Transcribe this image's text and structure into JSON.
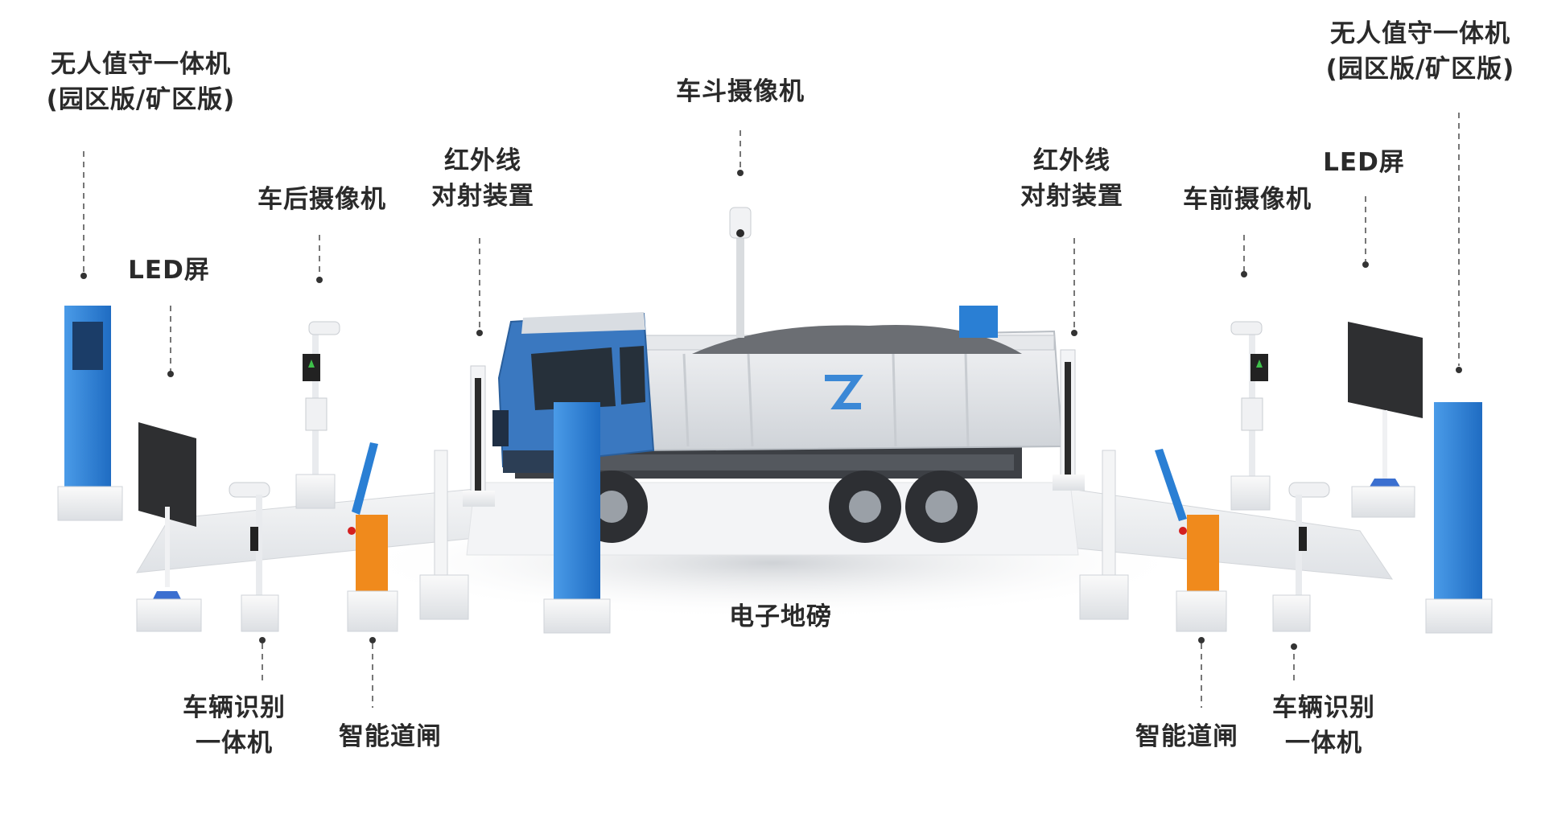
{
  "labels": {
    "kiosk_left": [
      "无人值守一体机",
      "(园区版/矿区版)"
    ],
    "kiosk_right": [
      "无人值守一体机",
      "(园区版/矿区版)"
    ],
    "bucket_camera": "车斗摄像机",
    "ir_left": [
      "红外线",
      "对射装置"
    ],
    "ir_right": [
      "红外线",
      "对射装置"
    ],
    "rear_camera": "车后摄像机",
    "front_camera": "车前摄像机",
    "led_left": "LED屏",
    "led_right": "LED屏",
    "lpr_left": [
      "车辆识别",
      "一体机"
    ],
    "lpr_right": [
      "车辆识别",
      "一体机"
    ],
    "barrier_left": "智能道闸",
    "barrier_right": "智能道闸",
    "scale": "电子地磅"
  },
  "colors": {
    "blue": "#2a7fd4",
    "truck_blue": "#3a78c0",
    "orange": "#f08a1c",
    "body_grey": "#e9ecef",
    "screen": "#2b2b2b",
    "text": "#2a2a2a",
    "leader": "#555555"
  }
}
